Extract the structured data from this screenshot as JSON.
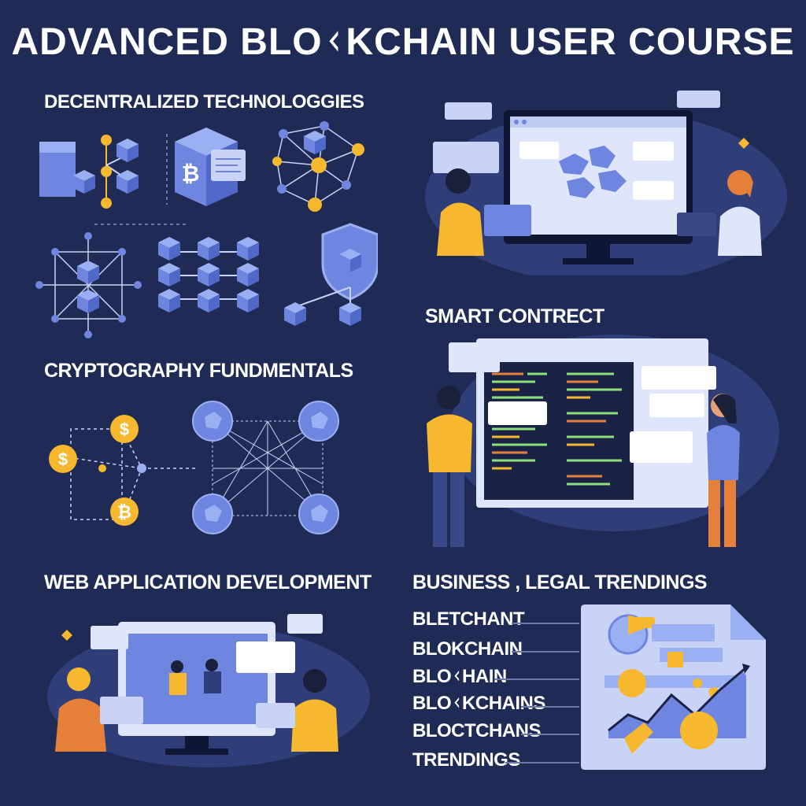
{
  "title": "ADVANCED BLOᚲKCHAIN USER COURSE",
  "sections": {
    "decentralized": "DECENTRALIZED TECHNOLOGGIES",
    "crypto": "CRYPTOGRAPHY FUNDMENTALS",
    "webapp": "WEB APPLICATION DEVELOPMENT",
    "smart": "SMART  CONTRECT",
    "business": "BUSINESS , LEGAL TRENDINGS"
  },
  "business_list": [
    "BLETCHANT",
    "BLOKCHAIN",
    "BLOᚲHAIN",
    "BLOᚲKCHAINS",
    "BLOCTCHANS",
    "TRENDINGS"
  ],
  "icons": {
    "bitcoin": "₿",
    "dollar": "$"
  },
  "colors": {
    "background": "#1f2a55",
    "accent": "#f5b82e",
    "cube": "#6f86e0",
    "screen": "#dfe6fb"
  }
}
